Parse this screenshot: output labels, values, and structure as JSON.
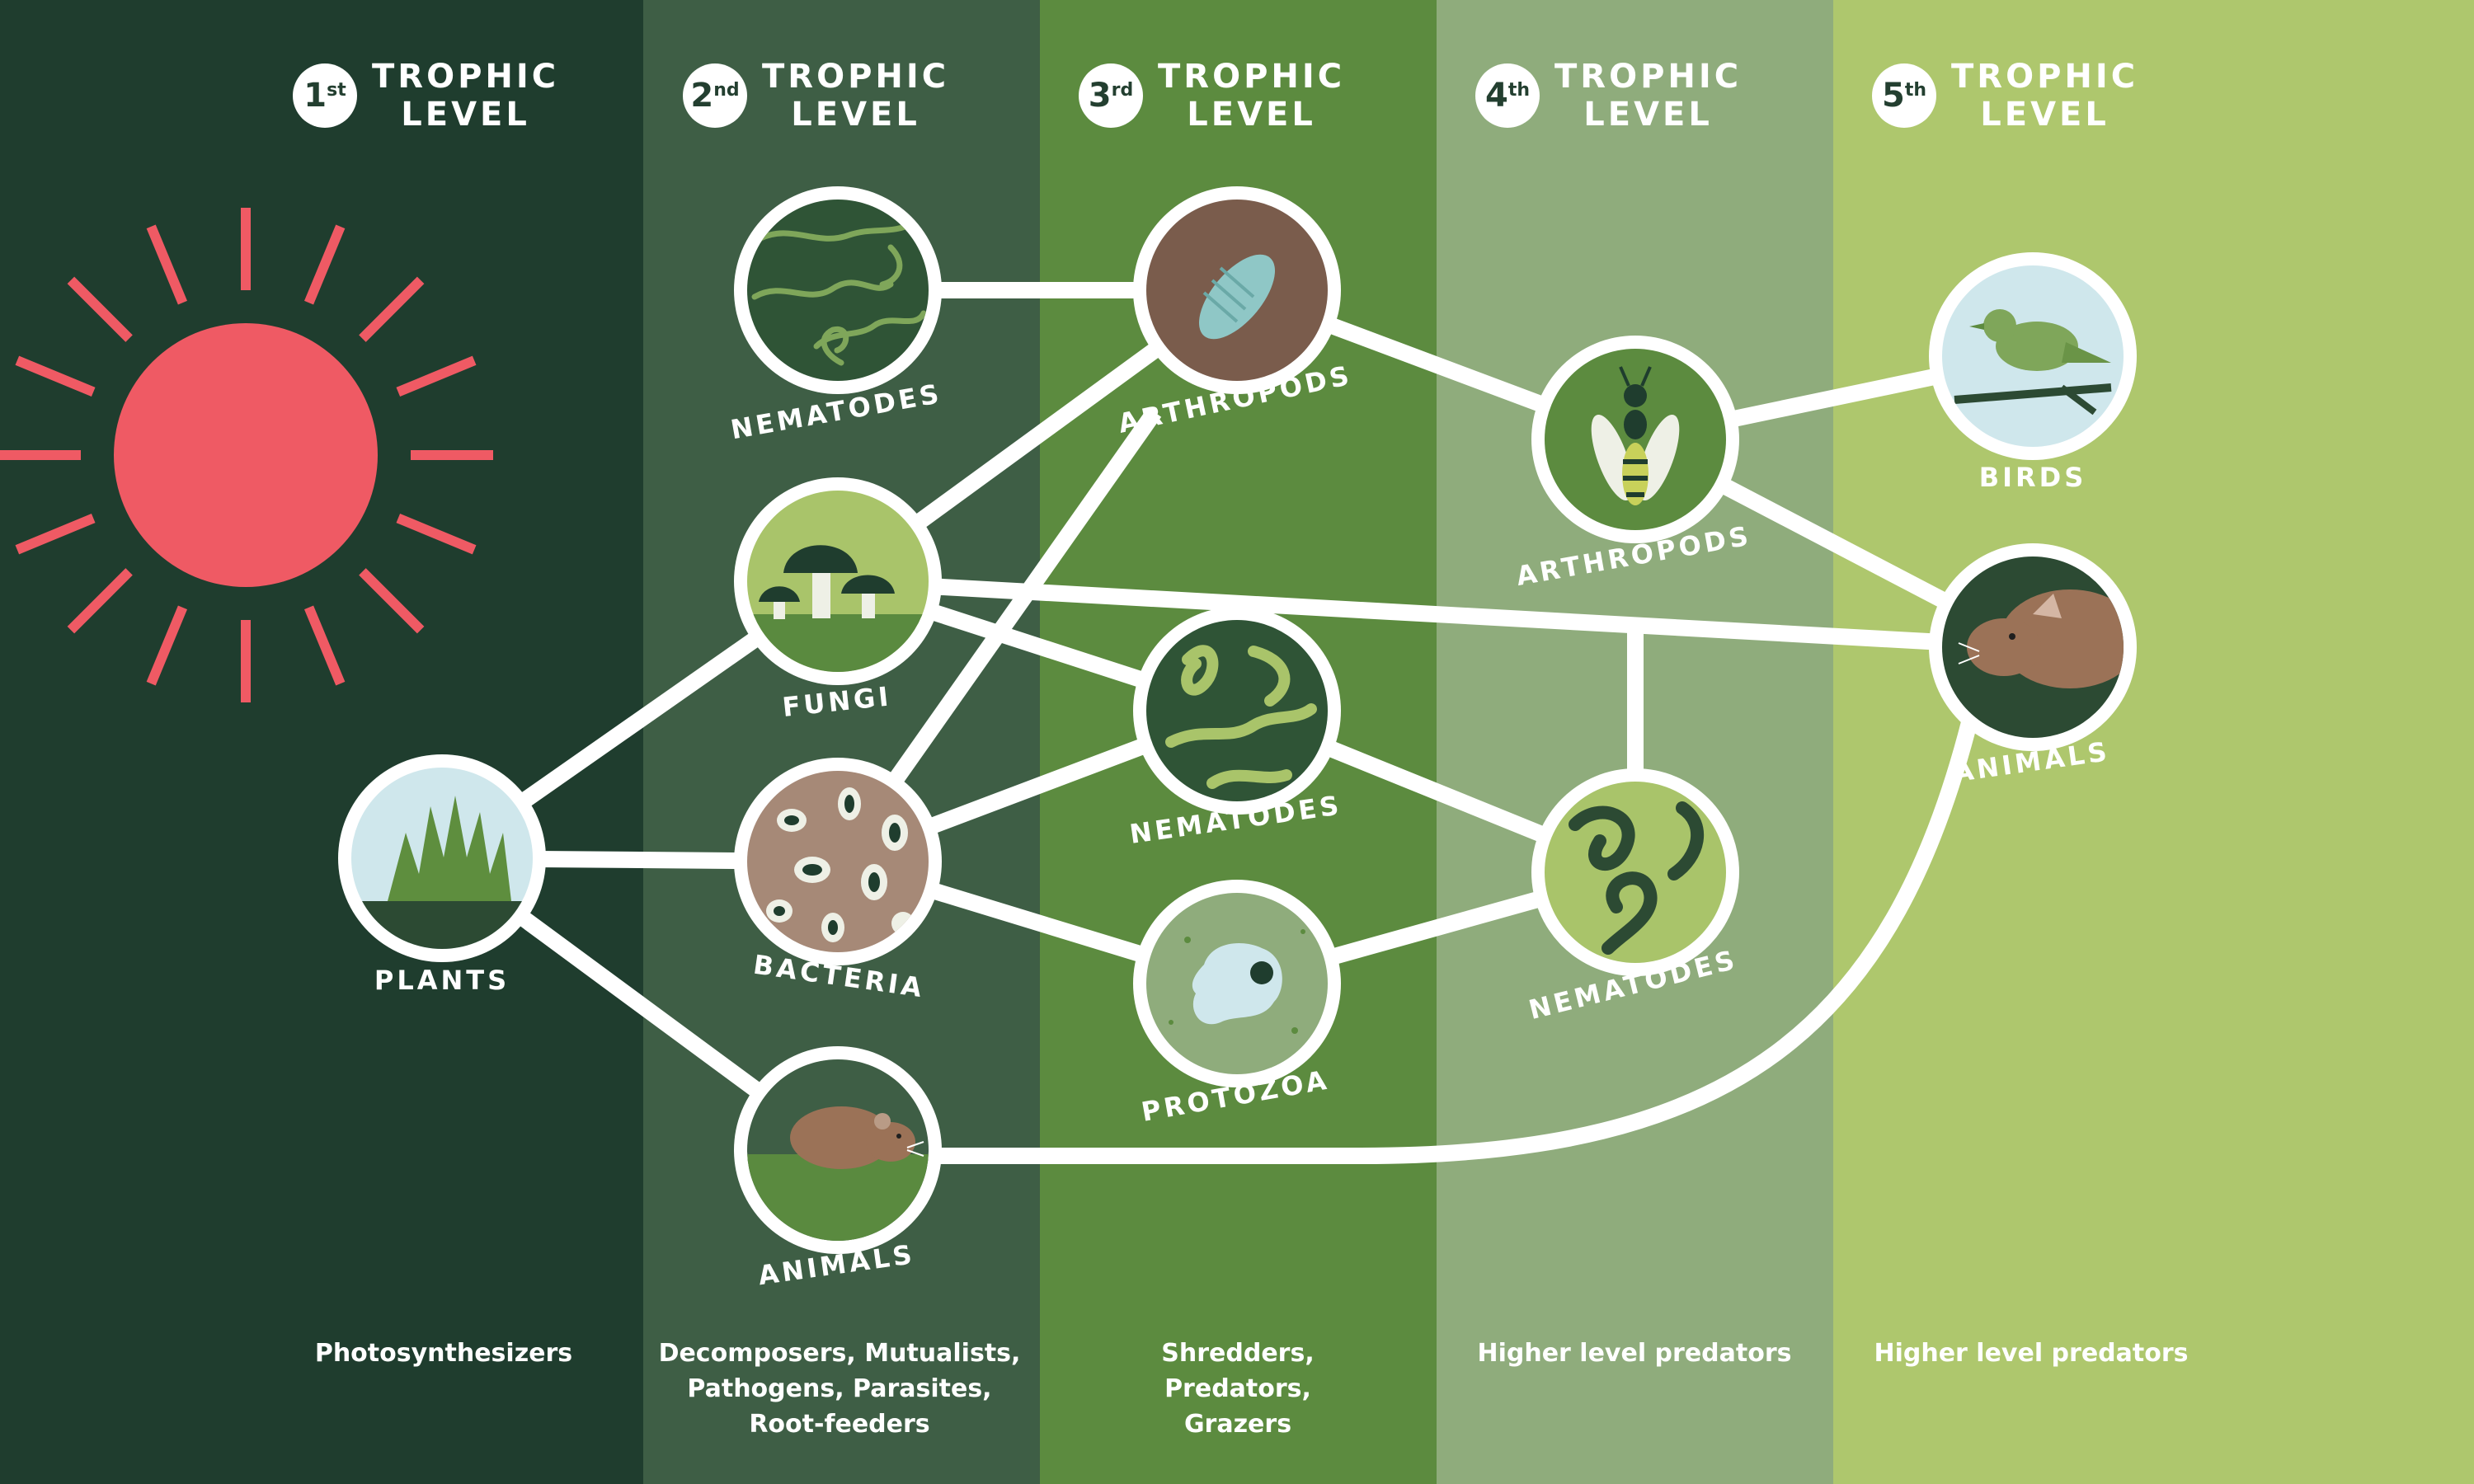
{
  "levels": [
    {
      "ordinal": "1",
      "suffix": "st",
      "word1": "TROPHIC",
      "word2": "LEVEL",
      "description": "Photosynthesizers"
    },
    {
      "ordinal": "2",
      "suffix": "nd",
      "word1": "TROPHIC",
      "word2": "LEVEL",
      "description": "Decomposers, Mutualists,\nPathogens, Parasites,\nRoot-feeders"
    },
    {
      "ordinal": "3",
      "suffix": "rd",
      "word1": "TROPHIC",
      "word2": "LEVEL",
      "description": "Shredders,\nPredators,\nGrazers"
    },
    {
      "ordinal": "4",
      "suffix": "th",
      "word1": "TROPHIC",
      "word2": "LEVEL",
      "description": "Higher level predators"
    },
    {
      "ordinal": "5",
      "suffix": "th",
      "word1": "TROPHIC",
      "word2": "LEVEL",
      "description": "Higher level predators"
    }
  ],
  "nodes": {
    "plants": "PLANTS",
    "nematodes2": "NEMATODES",
    "fungi": "FUNGI",
    "bacteria": "BACTERIA",
    "animals2": "ANIMALS",
    "arthropods3": "ARTHROPODS",
    "nematodes3": "NEMATODES",
    "protozoa": "PROTOZOA",
    "arthropods4": "ARTHROPODS",
    "nematodes4": "NEMATODES",
    "birds": "BIRDS",
    "animals5": "ANIMALS"
  },
  "colors": {
    "band1": "#1f3d2e",
    "band2": "#3e5e45",
    "band3": "#5c8b3f",
    "band4": "#8fac7c",
    "band5": "#aec76d",
    "sun": "#ef5a64",
    "link": "#ffffff",
    "node_ring": "#ffffff"
  },
  "icons": {
    "sun": "sun-icon",
    "plants": "grass-icon",
    "nematodes": "worm-icon",
    "fungi": "mushroom-icon",
    "bacteria": "bacteria-icon",
    "animals2": "mole-icon",
    "arthropods3": "woodlouse-icon",
    "protozoa": "amoeba-icon",
    "arthropods4": "wasp-icon",
    "birds": "bird-icon",
    "animals5": "shrew-icon"
  }
}
